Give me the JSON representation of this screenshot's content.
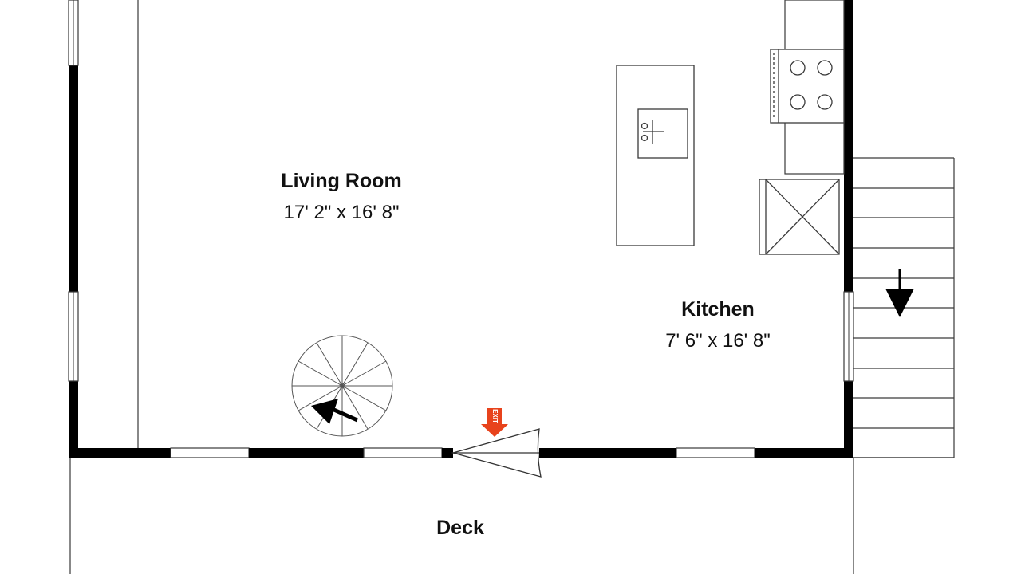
{
  "rooms": {
    "living_room": {
      "name": "Living Room",
      "dimensions": "17' 2\" x 16' 8\""
    },
    "kitchen": {
      "name": "Kitchen",
      "dimensions": "7' 6\" x 16' 8\""
    },
    "deck": {
      "name": "Deck"
    }
  },
  "exit_sign": {
    "label": "EXIT",
    "color": "#e8431c"
  },
  "colors": {
    "wall": "#000000",
    "line": "#3a3a3a",
    "background": "#ffffff"
  },
  "symbols": [
    "spiral-staircase",
    "kitchen-island-sink",
    "range-cooktop",
    "refrigerator",
    "exterior-stairs-down",
    "swing-door"
  ]
}
